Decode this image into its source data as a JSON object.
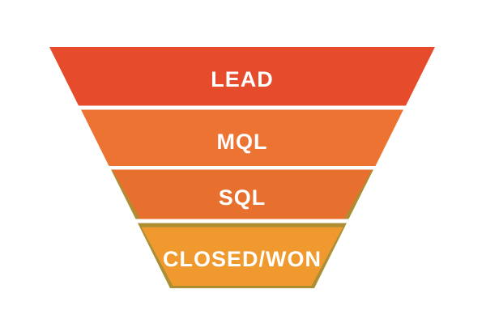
{
  "diagram": {
    "name": "sales-marketing-funnel",
    "background_color": "#ffffff",
    "separator_color": "#ffffff",
    "label_color": "#ffffff",
    "stages": [
      {
        "label": "LEAD",
        "color": "#e64b2c",
        "edge_color": null
      },
      {
        "label": "MQL",
        "color": "#ed7333",
        "edge_color": null
      },
      {
        "label": "SQL",
        "color": "#e8702e",
        "edge_color": "#ac8f35"
      },
      {
        "label": "CLOSED/WON",
        "color": "#f0992e",
        "edge_color": "#ac8f35"
      }
    ]
  }
}
